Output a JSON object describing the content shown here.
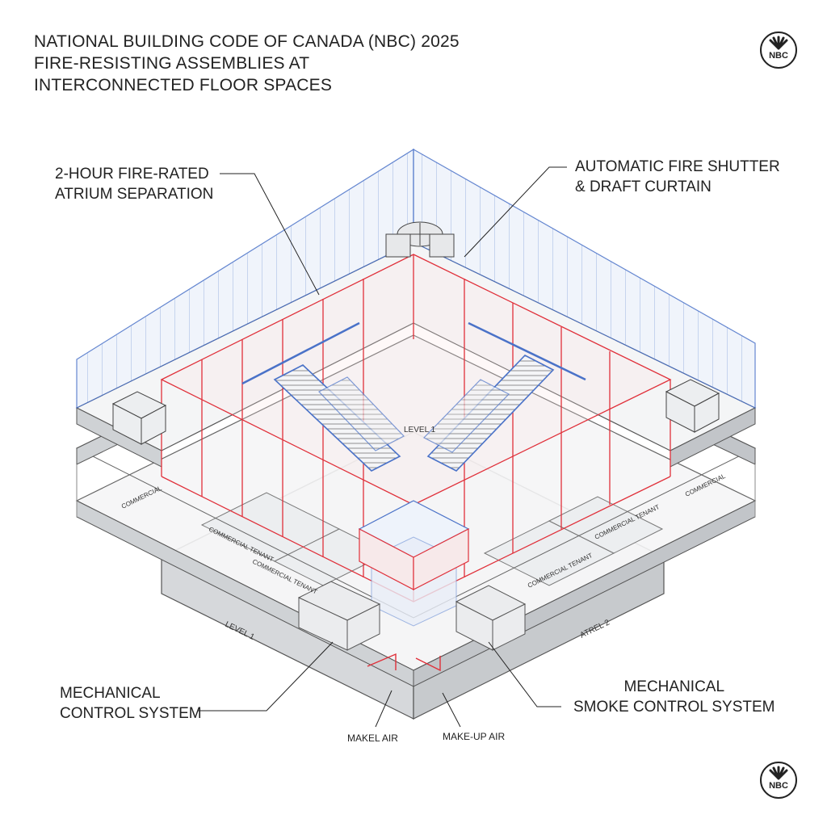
{
  "title": {
    "lines": [
      "NATIONAL BUILDING CODE OF CANADA (NBC) 2025",
      "FIRE-RESISTING ASSEMBLIES AT",
      "INTERCONNECTED FLOOR SPACES"
    ]
  },
  "logo": {
    "text": "NBC"
  },
  "callouts": {
    "atrium": [
      "2-HOUR FIRE-RATED",
      "ATRIUM SEPARATION"
    ],
    "shutter": [
      "AUTOMATIC FIRE SHUTTER",
      "& DRAFT CURTAIN"
    ],
    "mech_left": [
      "MECHANICAL",
      "CONTROL SYSTEM"
    ],
    "mech_right": [
      "MECHANICAL",
      "SMOKE CONTROL SYSTEM"
    ]
  },
  "air_labels": {
    "left": "MAKEL AIR",
    "right": "MAKE-UP AIR"
  },
  "plan_labels": {
    "level_center": "LEVEL 1",
    "level_left": "LEVEL 1",
    "level_right": "ATREL 2",
    "tenant_1": "COMMERCIAL TENANT",
    "tenant_2": "COMMERCIAL TENANT",
    "tenant_3": "COMMERCIAL TENANT",
    "tenant_4": "COMMERCIAL TENANT",
    "tenant_5": "COMMERCIAL",
    "tenant_6": "COMMERCIAL"
  },
  "colors": {
    "fire_separation": "#e0303a",
    "glazing": "#4a72c8",
    "structure": "#8a8f96",
    "floor": "#f2f3f4"
  }
}
